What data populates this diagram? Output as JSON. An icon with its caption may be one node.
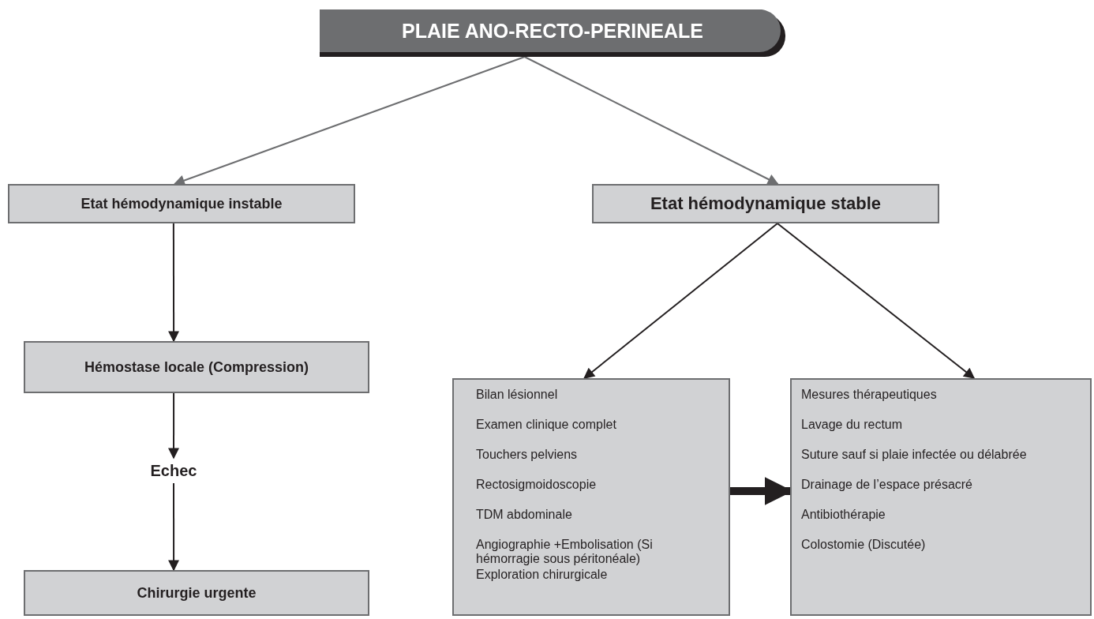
{
  "diagram": {
    "nodes": [
      {
        "text": [
          "PLAIE ANO-RECTO-PERINEALE"
        ]
      },
      {
        "text": [
          "Etat hémodynamique instable"
        ]
      },
      {
        "text": [
          "Etat hémodynamique stable"
        ]
      },
      {
        "text": [
          "Hémostase locale (Compression)"
        ]
      },
      {
        "text": [
          "Echec"
        ]
      },
      {
        "text": [
          "Chirurgie urgente"
        ]
      },
      {
        "text": [
          "Bilan lésionnel",
          "Examen clinique complet",
          "Touchers pelviens",
          "Rectosigmoidoscopie",
          "TDM abdominale",
          "Angiographie +Embolisation (Si hémorragie sous péritonéale)",
          "Exploration chirurgicale"
        ]
      },
      {
        "text": [
          "Mesures thérapeutiques",
          "Lavage du rectum",
          "Suture sauf si plaie infectée ou délabrée",
          "Drainage de l’espace présacré",
          "Antibiothérapie",
          "Colostomie (Discutée)"
        ]
      }
    ],
    "edges": [
      {
        "from": 0,
        "to": 1,
        "arrow": "to",
        "color": "#6d6e70"
      },
      {
        "from": 0,
        "to": 2,
        "arrow": "to",
        "color": "#6d6e70"
      },
      {
        "from": 1,
        "to": 3,
        "arrow": "to"
      },
      {
        "from": 3,
        "to": 4,
        "arrow": "to"
      },
      {
        "from": 4,
        "to": 5,
        "arrow": "to"
      },
      {
        "from": 2,
        "to": 6,
        "arrow": "to"
      },
      {
        "from": 2,
        "to": 7,
        "arrow": "to"
      },
      {
        "from": 6,
        "to": 7,
        "arrow": "to",
        "style": "thick"
      }
    ]
  }
}
